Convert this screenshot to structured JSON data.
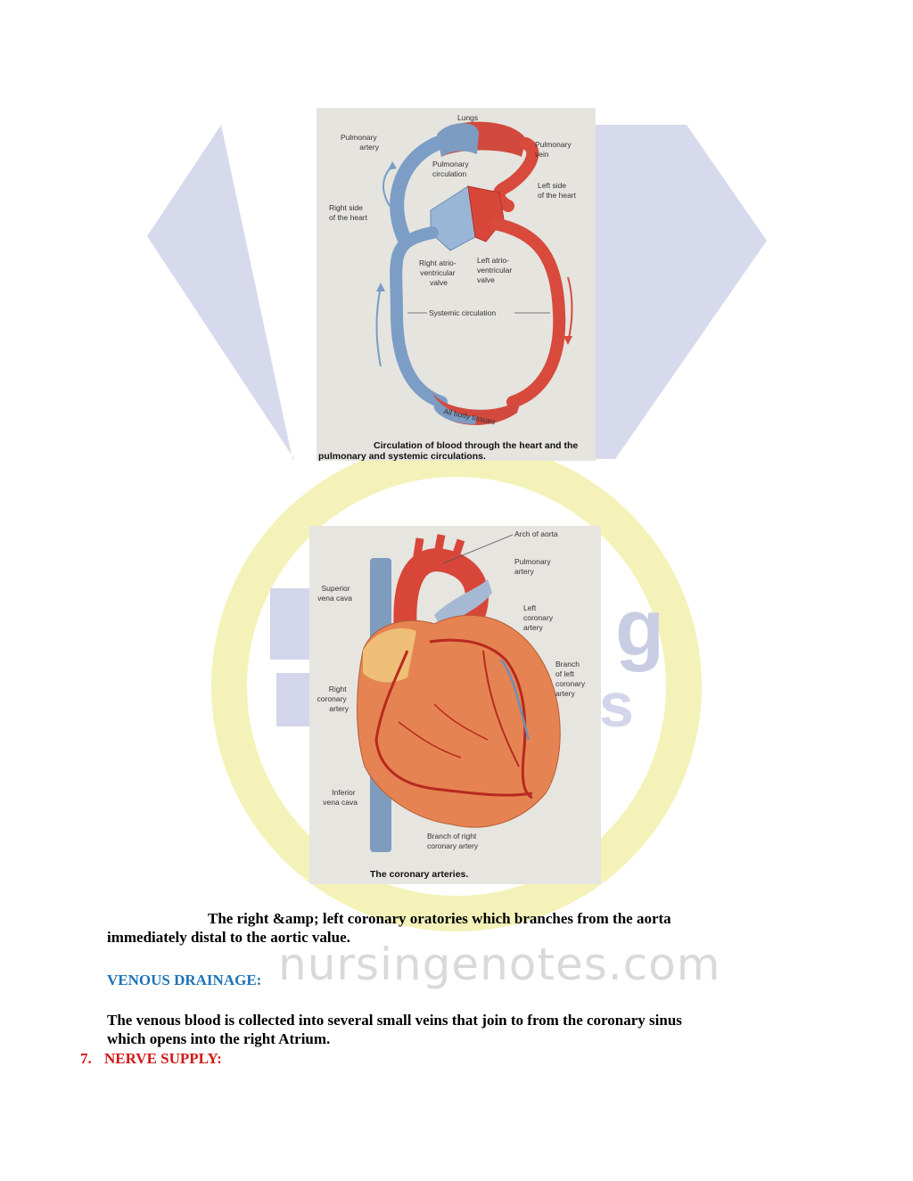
{
  "figure1": {
    "labels": {
      "lungs": "Lungs",
      "pulmonary_artery": [
        "Pulmonary",
        "artery"
      ],
      "pulmonary_vein": [
        "Pulmonary",
        "vein"
      ],
      "pulmonary_circulation": [
        "Pulmonary",
        "circulation"
      ],
      "left_side": [
        "Left side",
        "of the heart"
      ],
      "right_side": [
        "Right side",
        "of the heart"
      ],
      "right_av_valve": [
        "Right atrio-",
        "ventricular",
        "valve"
      ],
      "left_av_valve": [
        "Left atrio-",
        "ventricular",
        "valve"
      ],
      "systemic_circulation": "Systemic circulation",
      "all_body_tissues": "All body tissues"
    },
    "caption": [
      "Circulation of blood through the heart and the",
      "pulmonary and systemic circulations."
    ]
  },
  "figure2": {
    "labels": {
      "arch_of_aorta": "Arch of aorta",
      "pulmonary_artery": [
        "Pulmonary",
        "artery"
      ],
      "superior_vena_cava": [
        "Superior",
        "vena cava"
      ],
      "left_coronary_artery": [
        "Left",
        "coronary",
        "artery"
      ],
      "branch_left_coronary": [
        "Branch",
        "of left",
        "coronary",
        "artery"
      ],
      "right_coronary_artery": [
        "Right",
        "coronary",
        "artery"
      ],
      "inferior_vena_cava": [
        "Inferior",
        "vena cava"
      ],
      "branch_right_coronary": [
        "Branch of right",
        "coronary artery"
      ]
    },
    "caption": "The coronary arteries."
  },
  "body": {
    "paragraph1_line1": "The right &amp; left coronary oratories which branches from the aorta",
    "paragraph1_line2": "immediately distal to the aortic value.",
    "venous_heading": "VENOUS DRAINAGE:",
    "paragraph2_line1": "The venous blood is collected into several small veins that join to from the coronary sinus",
    "paragraph2_line2": "which opens into the right Atrium.",
    "nerve_number": "7.",
    "nerve_heading": "NERVE SUPPLY:"
  },
  "watermark": {
    "url": "nursingenotes.com"
  }
}
